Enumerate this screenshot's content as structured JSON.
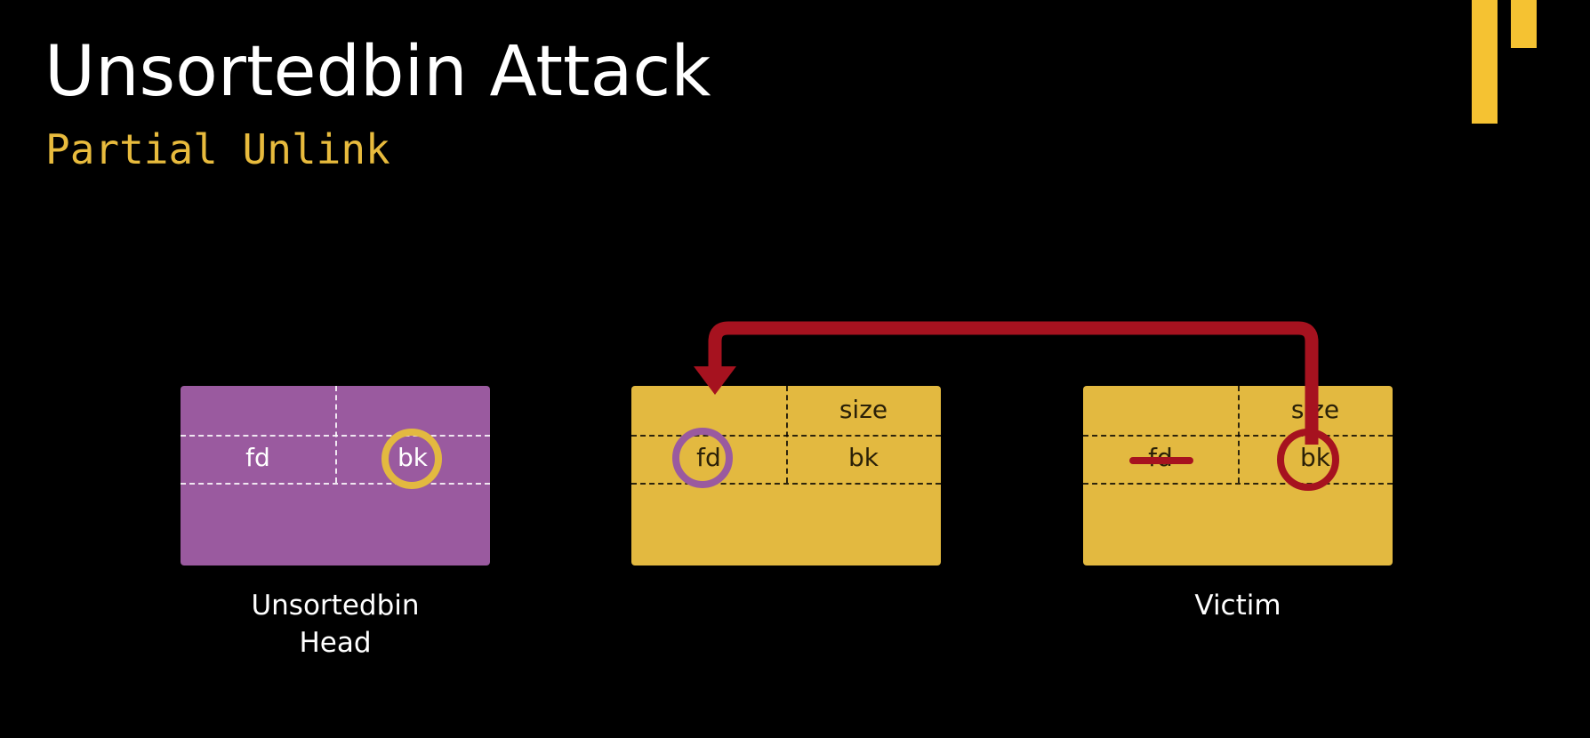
{
  "slide": {
    "title": "Unsortedbin Attack",
    "subtitle": "Partial Unlink"
  },
  "colors": {
    "background": "#000000",
    "title_text": "#ffffff",
    "subtitle_text": "#e8bb3d",
    "head_chunk_fill": "#9a5a9f",
    "chunk_fill": "#e3b940",
    "highlight_gold": "#e3b940",
    "highlight_purple": "#9a5a9f",
    "highlight_red": "#a6121f",
    "arrow": "#a6121f",
    "logo": "#f5c232"
  },
  "diagram": {
    "chunks": [
      {
        "id": "unsortedbin-head",
        "top_right_label": "",
        "fd_label": "fd",
        "bk_label": "bk",
        "highlight": "bk",
        "caption_lines": [
          "Unsortedbin",
          "Head"
        ]
      },
      {
        "id": "middle-chunk",
        "top_right_label": "size",
        "fd_label": "fd",
        "bk_label": "bk",
        "highlight": "fd",
        "caption_lines": []
      },
      {
        "id": "victim",
        "top_right_label": "size",
        "fd_label": "fd",
        "bk_label": "bk",
        "highlight": "bk",
        "fd_struck_out": true,
        "caption_lines": [
          "Victim"
        ]
      }
    ],
    "arrow": {
      "from": "victim.bk",
      "to": "middle-chunk.fd"
    }
  }
}
